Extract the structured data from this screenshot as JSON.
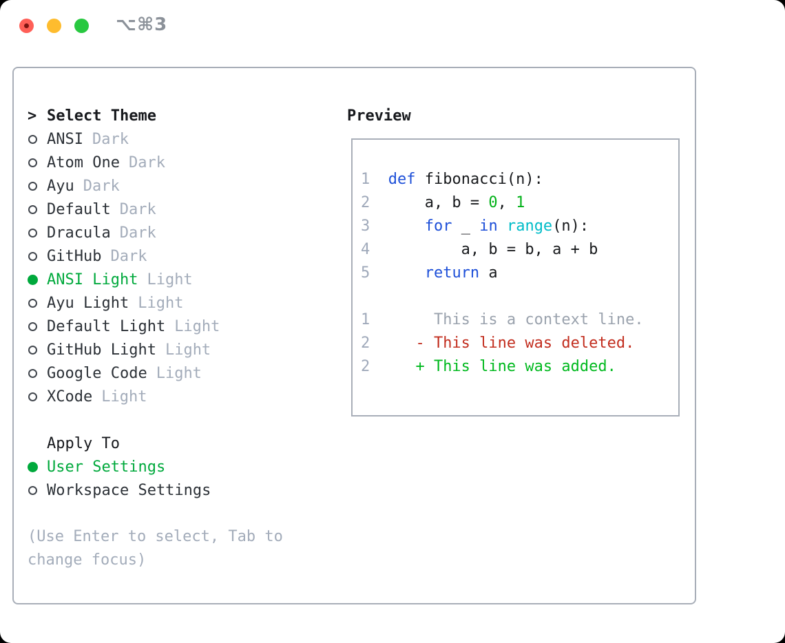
{
  "window": {
    "shortcut_label": "⌥⌘3",
    "traffic_lights": [
      "close",
      "minimize",
      "zoom"
    ]
  },
  "theme_panel": {
    "marker": ">",
    "title": "Select Theme",
    "items": [
      {
        "label": "ANSI",
        "tag": "Dark",
        "selected": false
      },
      {
        "label": "Atom One",
        "tag": "Dark",
        "selected": false
      },
      {
        "label": "Ayu",
        "tag": "Dark",
        "selected": false
      },
      {
        "label": "Default",
        "tag": "Dark",
        "selected": false
      },
      {
        "label": "Dracula",
        "tag": "Dark",
        "selected": false
      },
      {
        "label": "GitHub",
        "tag": "Dark",
        "selected": false
      },
      {
        "label": "ANSI Light",
        "tag": "Light",
        "selected": true
      },
      {
        "label": "Ayu Light",
        "tag": "Light",
        "selected": false
      },
      {
        "label": "Default Light",
        "tag": "Light",
        "selected": false
      },
      {
        "label": "GitHub Light",
        "tag": "Light",
        "selected": false
      },
      {
        "label": "Google Code",
        "tag": "Light",
        "selected": false
      },
      {
        "label": "XCode",
        "tag": "Light",
        "selected": false
      }
    ]
  },
  "apply_panel": {
    "title": "Apply To",
    "items": [
      {
        "label": "User Settings",
        "selected": true
      },
      {
        "label": "Workspace Settings",
        "selected": false
      }
    ]
  },
  "help_text": "(Use Enter to select, Tab to change focus)",
  "preview": {
    "title": "Preview",
    "code": [
      {
        "num": "1",
        "tokens": [
          [
            "k",
            "def"
          ],
          [
            "p",
            " fibonacci(n):"
          ]
        ]
      },
      {
        "num": "2",
        "tokens": [
          [
            "p",
            "    a, b = "
          ],
          [
            "n",
            "0"
          ],
          [
            "p",
            ", "
          ],
          [
            "n",
            "1"
          ]
        ]
      },
      {
        "num": "3",
        "tokens": [
          [
            "p",
            "    "
          ],
          [
            "k",
            "for"
          ],
          [
            "p",
            " _ "
          ],
          [
            "k",
            "in"
          ],
          [
            "p",
            " "
          ],
          [
            "b",
            "range"
          ],
          [
            "p",
            "(n):"
          ]
        ]
      },
      {
        "num": "4",
        "tokens": [
          [
            "p",
            "        a, b = b, a + b"
          ]
        ]
      },
      {
        "num": "5",
        "tokens": [
          [
            "p",
            "    "
          ],
          [
            "k",
            "return"
          ],
          [
            "p",
            " a"
          ]
        ]
      }
    ],
    "diff": [
      {
        "num": "1",
        "kind": "context",
        "text": "     This is a context line."
      },
      {
        "num": "2",
        "kind": "deleted",
        "text": "   - This line was deleted."
      },
      {
        "num": "2",
        "kind": "added",
        "text": "   + This line was added."
      }
    ]
  },
  "colors": {
    "accent_green": "#00a93c",
    "code_keyword": "#1d4fd8",
    "code_number": "#00b117",
    "code_builtin": "#00bcc8",
    "code_plain": "#17191c",
    "line_number": "#9fa9ba",
    "muted": "#a3acba",
    "diff_context": "#9aa2ad",
    "diff_deleted": "#c22d1e",
    "diff_added": "#00b91e",
    "border": "#a8aeb8",
    "text_dark": "#17191d",
    "item_text": "#2b3036",
    "traffic_red": "#ff5f57",
    "traffic_yellow": "#febc2e",
    "traffic_green": "#28c840"
  }
}
